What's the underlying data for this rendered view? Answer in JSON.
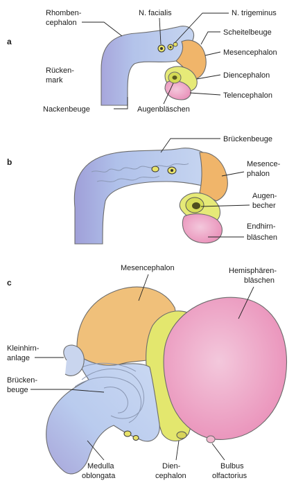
{
  "panels": {
    "a": {
      "letter": "a",
      "labels": {
        "rhombencephalon_1": "Rhomben-",
        "rhombencephalon_2": "cephalon",
        "n_facialis": "N. facialis",
        "n_trigeminus": "N. trigeminus",
        "scheitelbeuge": "Scheitelbeuge",
        "mesencephalon": "Mesencephalon",
        "rueckenmark_1": "Rücken-",
        "rueckenmark_2": "mark",
        "diencephalon": "Diencephalon",
        "telencephalon": "Telencephalon",
        "nackenbeuge": "Nackenbeuge",
        "augenblaeschen": "Augenbläschen"
      }
    },
    "b": {
      "letter": "b",
      "labels": {
        "brueckenbeuge": "Brückenbeuge",
        "mesencephalon_1": "Mesence-",
        "mesencephalon_2": "phalon",
        "augenbecher_1": "Augen-",
        "augenbecher_2": "becher",
        "endhirn_1": "Endhirn-",
        "endhirn_2": "bläschen"
      }
    },
    "c": {
      "letter": "c",
      "labels": {
        "mesencephalon": "Mesencephalon",
        "hemisphaeren_1": "Hemisphären-",
        "hemisphaeren_2": "bläschen",
        "kleinhirn_1": "Kleinhirn-",
        "kleinhirn_2": "anlage",
        "brueckenbeuge_1": "Brücken-",
        "brueckenbeuge_2": "beuge",
        "medulla_1": "Medulla",
        "medulla_2": "oblongata",
        "diencephalon_1": "Dien-",
        "diencephalon_2": "cephalon",
        "bulbus_1": "Bulbus",
        "bulbus_2": "olfactorius"
      }
    }
  },
  "colors": {
    "rhombencephalon": "#b8c9ea",
    "spinal_cord": "#a9a8d9",
    "mesencephalon": "#f0b56a",
    "diencephalon": "#e6ea78",
    "telencephalon": "#ee9fc4",
    "nerve": "#e8e26a"
  }
}
